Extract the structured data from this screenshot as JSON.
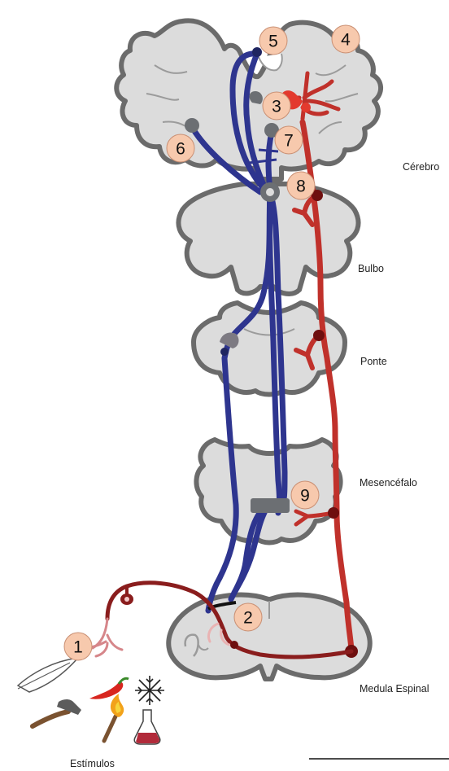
{
  "regions": {
    "cerebro": "Cérebro",
    "bulbo": "Bulbo",
    "ponte": "Ponte",
    "mesencefalo": "Mesencéfalo",
    "medula": "Medula Espinal",
    "estimulos": "Estímulos"
  },
  "markers": [
    "1",
    "2",
    "3",
    "4",
    "5",
    "6",
    "7",
    "8",
    "9"
  ],
  "colors": {
    "ascending_pathway": "#2e358f",
    "descending_pathway": "#c0312b",
    "afferent_neuron": "#8a1d1d",
    "tissue": "#dcdcdc",
    "tissue_outline": "#6b6b6b",
    "marker_fill": "#f7c9ad"
  },
  "stimulus_icons": [
    "feather-icon",
    "hammer-icon",
    "chili-pepper-icon",
    "torch-icon",
    "snowflake-icon",
    "flask-icon"
  ]
}
